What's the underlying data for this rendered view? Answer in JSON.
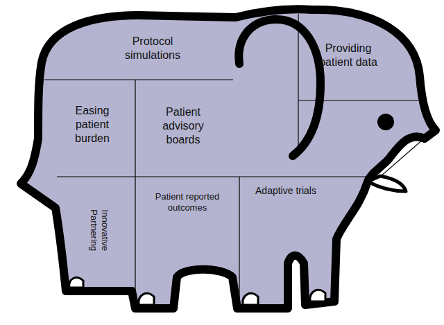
{
  "diagram": {
    "nodes": [
      {
        "text": [
          "Protocol simulations"
        ]
      },
      {
        "text": [
          "Providing patient data"
        ]
      },
      {
        "text": [
          "Easing patient burden"
        ]
      },
      {
        "text": [
          "Patient advisory boards"
        ]
      },
      {
        "text": [
          "Innovative Partnering"
        ]
      },
      {
        "text": [
          "Patient reported outcomes"
        ]
      },
      {
        "text": [
          "Adaptive trials"
        ]
      }
    ]
  }
}
